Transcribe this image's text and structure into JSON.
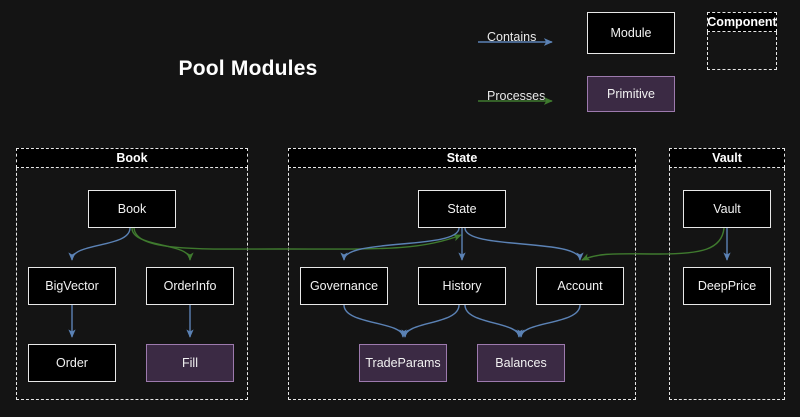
{
  "title": "Pool Modules",
  "theme": {
    "background": "#141414",
    "module_fill": "#000000",
    "module_border": "#e8e8e8",
    "primitive_fill": "#3b2a44",
    "primitive_border": "#9d7aae",
    "contains_color": "#5b82b5",
    "processes_color": "#3f7a2e",
    "text_color": "#f2f2f2"
  },
  "legend": {
    "contains_label": "Contains",
    "processes_label": "Processes",
    "module_label": "Module",
    "primitive_label": "Primitive",
    "component_label": "Component"
  },
  "groups": [
    {
      "id": "book",
      "label": "Book"
    },
    {
      "id": "state",
      "label": "State"
    },
    {
      "id": "vault",
      "label": "Vault"
    }
  ],
  "nodes": [
    {
      "id": "book",
      "label": "Book",
      "type": "module",
      "group": "book"
    },
    {
      "id": "bigvector",
      "label": "BigVector",
      "type": "module",
      "group": "book"
    },
    {
      "id": "orderinfo",
      "label": "OrderInfo",
      "type": "module",
      "group": "book"
    },
    {
      "id": "order",
      "label": "Order",
      "type": "module",
      "group": "book"
    },
    {
      "id": "fill",
      "label": "Fill",
      "type": "primitive",
      "group": "book"
    },
    {
      "id": "state",
      "label": "State",
      "type": "module",
      "group": "state"
    },
    {
      "id": "governance",
      "label": "Governance",
      "type": "module",
      "group": "state"
    },
    {
      "id": "history",
      "label": "History",
      "type": "module",
      "group": "state"
    },
    {
      "id": "account",
      "label": "Account",
      "type": "module",
      "group": "state"
    },
    {
      "id": "tradeparams",
      "label": "TradeParams",
      "type": "primitive",
      "group": "state"
    },
    {
      "id": "balances",
      "label": "Balances",
      "type": "primitive",
      "group": "state"
    },
    {
      "id": "vault",
      "label": "Vault",
      "type": "module",
      "group": "vault"
    },
    {
      "id": "deepprice",
      "label": "DeepPrice",
      "type": "module",
      "group": "vault"
    }
  ],
  "edges": [
    {
      "from": "book",
      "to": "bigvector",
      "kind": "contains"
    },
    {
      "from": "bigvector",
      "to": "order",
      "kind": "contains"
    },
    {
      "from": "orderinfo",
      "to": "fill",
      "kind": "contains"
    },
    {
      "from": "book",
      "to": "orderinfo",
      "kind": "processes"
    },
    {
      "from": "book",
      "to": "state",
      "kind": "processes"
    },
    {
      "from": "state",
      "to": "governance",
      "kind": "contains"
    },
    {
      "from": "state",
      "to": "history",
      "kind": "contains"
    },
    {
      "from": "state",
      "to": "account",
      "kind": "contains"
    },
    {
      "from": "governance",
      "to": "tradeparams",
      "kind": "contains"
    },
    {
      "from": "history",
      "to": "tradeparams",
      "kind": "contains"
    },
    {
      "from": "history",
      "to": "balances",
      "kind": "contains"
    },
    {
      "from": "account",
      "to": "balances",
      "kind": "contains"
    },
    {
      "from": "vault",
      "to": "account",
      "kind": "processes"
    },
    {
      "from": "vault",
      "to": "deepprice",
      "kind": "contains"
    }
  ]
}
